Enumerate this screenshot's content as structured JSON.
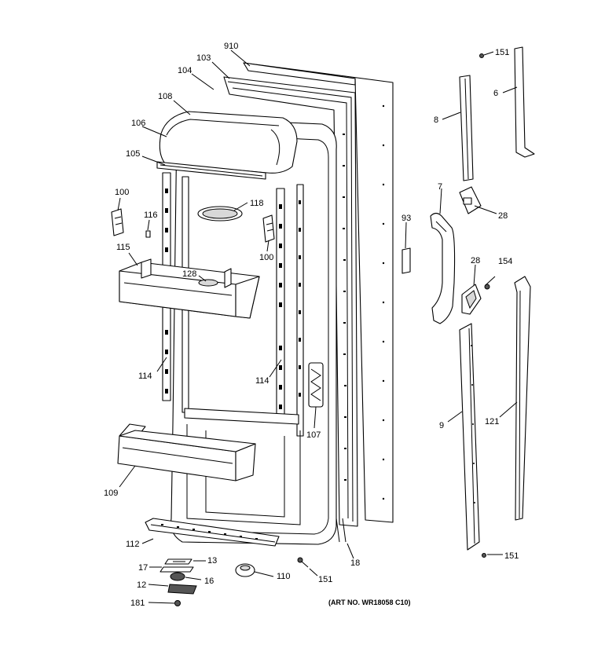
{
  "labels": {
    "l910": "910",
    "l103": "103",
    "l104": "104",
    "l108": "108",
    "l106": "106",
    "l105": "105",
    "l100a": "100",
    "l116": "116",
    "l118": "118",
    "l100b": "100",
    "l115": "115",
    "l128": "128",
    "l114a": "114",
    "l114b": "114",
    "l107": "107",
    "l109": "109",
    "l112": "112",
    "l13": "13",
    "l17": "17",
    "l16": "16",
    "l12": "12",
    "l181": "181",
    "l110": "110",
    "l151b": "151",
    "l18": "18",
    "l151a": "151",
    "l6": "6",
    "l8": "8",
    "l7": "7",
    "l28a": "28",
    "l93": "93",
    "l28b": "28",
    "l154": "154",
    "l9": "9",
    "l121": "121",
    "l151c": "151"
  },
  "art_number": "(ART NO. WR18058 C10)"
}
